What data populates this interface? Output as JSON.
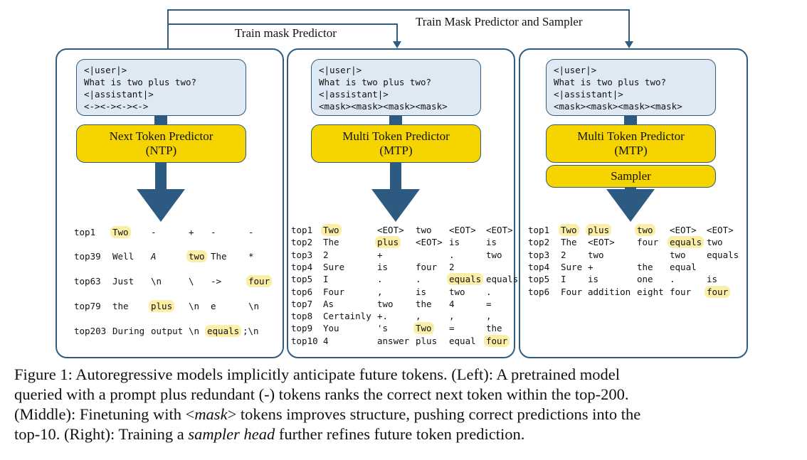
{
  "top_labels": {
    "train_mask": "Train mask Predictor",
    "train_mask_sampler": "Train Mask Predictor and Sampler"
  },
  "left": {
    "prompt": [
      "<|user|>",
      "What is two plus two?",
      "<|assistant|>",
      "<-><-><-><->"
    ],
    "model_line1": "Next Token Predictor",
    "model_line2": "(NTP)",
    "ranks": [
      {
        "rank": "top1",
        "tokens": [
          "Two",
          "-",
          "+",
          "-",
          "-"
        ]
      },
      {
        "rank": "top39",
        "tokens": [
          "Well",
          "A",
          "two",
          "The",
          "*"
        ]
      },
      {
        "rank": "top63",
        "tokens": [
          "Just",
          "\\n",
          "\\",
          "->",
          "four"
        ]
      },
      {
        "rank": "top79",
        "tokens": [
          "the",
          "plus",
          "\\n",
          "e",
          "\\n"
        ]
      },
      {
        "rank": "top203",
        "tokens": [
          "During",
          "output",
          "\\n",
          "equals",
          ";\\n"
        ]
      }
    ]
  },
  "middle": {
    "prompt": [
      "<|user|>",
      "What is two plus two?",
      "<|assistant|>",
      "<mask><mask><mask><mask>"
    ],
    "model_line1": "Multi Token Predictor",
    "model_line2": "(MTP)",
    "ranks": [
      {
        "rank": "top1",
        "tokens": [
          "Two",
          "<EOT>",
          "two",
          "<EOT>",
          "<EOT>"
        ]
      },
      {
        "rank": "top2",
        "tokens": [
          "The",
          "plus",
          "<EOT>",
          "is",
          "is"
        ]
      },
      {
        "rank": "top3",
        "tokens": [
          "2",
          "+",
          "",
          ".",
          "two"
        ]
      },
      {
        "rank": "top4",
        "tokens": [
          "Sure",
          "is",
          "four",
          "2",
          ""
        ]
      },
      {
        "rank": "top5",
        "tokens": [
          "I",
          ".",
          ".",
          "equals",
          "equals"
        ]
      },
      {
        "rank": "top6",
        "tokens": [
          "Four",
          ",",
          "is",
          "two",
          "."
        ]
      },
      {
        "rank": "top7",
        "tokens": [
          "As",
          "two",
          "the",
          "4",
          "="
        ]
      },
      {
        "rank": "top8",
        "tokens": [
          "Certainly",
          "+.",
          ",",
          ",",
          ","
        ]
      },
      {
        "rank": "top9",
        "tokens": [
          "You",
          "'s",
          "Two",
          "=",
          "the"
        ]
      },
      {
        "rank": "top10",
        "tokens": [
          "4",
          "answer",
          "plus",
          "equal",
          "four"
        ]
      }
    ]
  },
  "right": {
    "prompt": [
      "<|user|>",
      "What is two plus two?",
      "<|assistant|>",
      "<mask><mask><mask><mask>"
    ],
    "model_line1": "Multi Token Predictor",
    "model_line2": "(MTP)",
    "sampler": "Sampler",
    "ranks": [
      {
        "rank": "top1",
        "tokens": [
          "Two",
          "plus",
          "two",
          "<EOT>",
          "<EOT>"
        ]
      },
      {
        "rank": "top2",
        "tokens": [
          "The",
          "<EOT>",
          "four",
          "equals",
          "two"
        ]
      },
      {
        "rank": "top3",
        "tokens": [
          "2",
          "two",
          "",
          "two",
          "equals"
        ]
      },
      {
        "rank": "top4",
        "tokens": [
          "Sure",
          "+",
          "the",
          "equal",
          ""
        ]
      },
      {
        "rank": "top5",
        "tokens": [
          "I",
          "is",
          "one",
          ".",
          "is"
        ]
      },
      {
        "rank": "top6",
        "tokens": [
          "Four",
          "addition",
          "eight",
          "four",
          "four"
        ]
      }
    ]
  },
  "caption": {
    "l1a": "Figure 1: Autoregressive models implicitly anticipate future tokens. (Left): A pretrained model",
    "l2": "queried with a prompt plus redundant (-) tokens ranks the correct next token within the top-200.",
    "l3a": "(Middle): Finetuning with <",
    "l3b": "mask",
    "l3c": "> tokens improves structure, pushing correct predictions into the",
    "l4a": "top-10. (Right): Training a ",
    "l4b": "sampler head",
    "l4c": " further refines future token prediction."
  }
}
